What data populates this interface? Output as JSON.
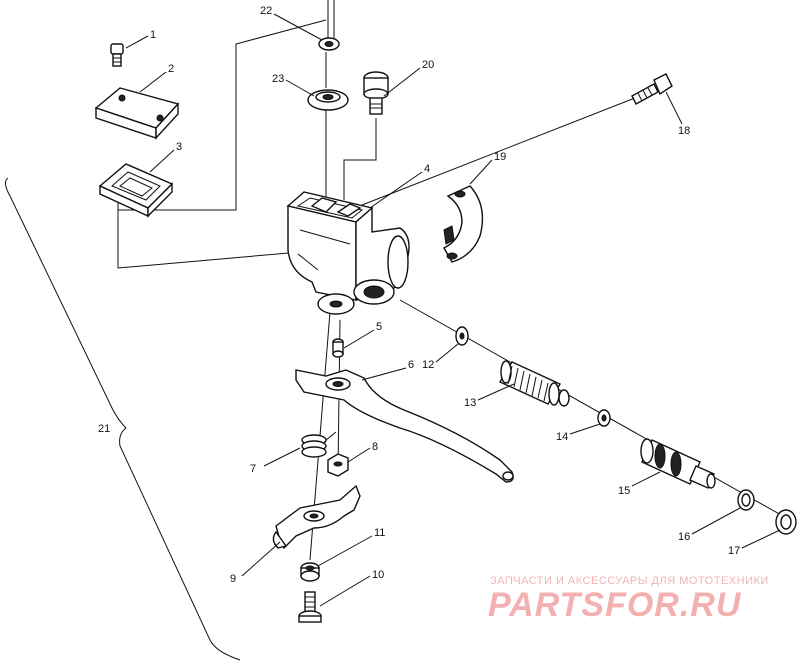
{
  "callouts": [
    "1",
    "2",
    "3",
    "4",
    "5",
    "6",
    "7",
    "8",
    "9",
    "10",
    "11",
    "12",
    "13",
    "14",
    "15",
    "16",
    "17",
    "18",
    "19",
    "20",
    "21",
    "22",
    "23"
  ],
  "watermark": {
    "tagline": "ЗАПЧАСТИ И АКСЕССУАРЫ ДЛЯ МОТОТЕХНИКИ",
    "brand": "PARTSFOR.RU"
  }
}
